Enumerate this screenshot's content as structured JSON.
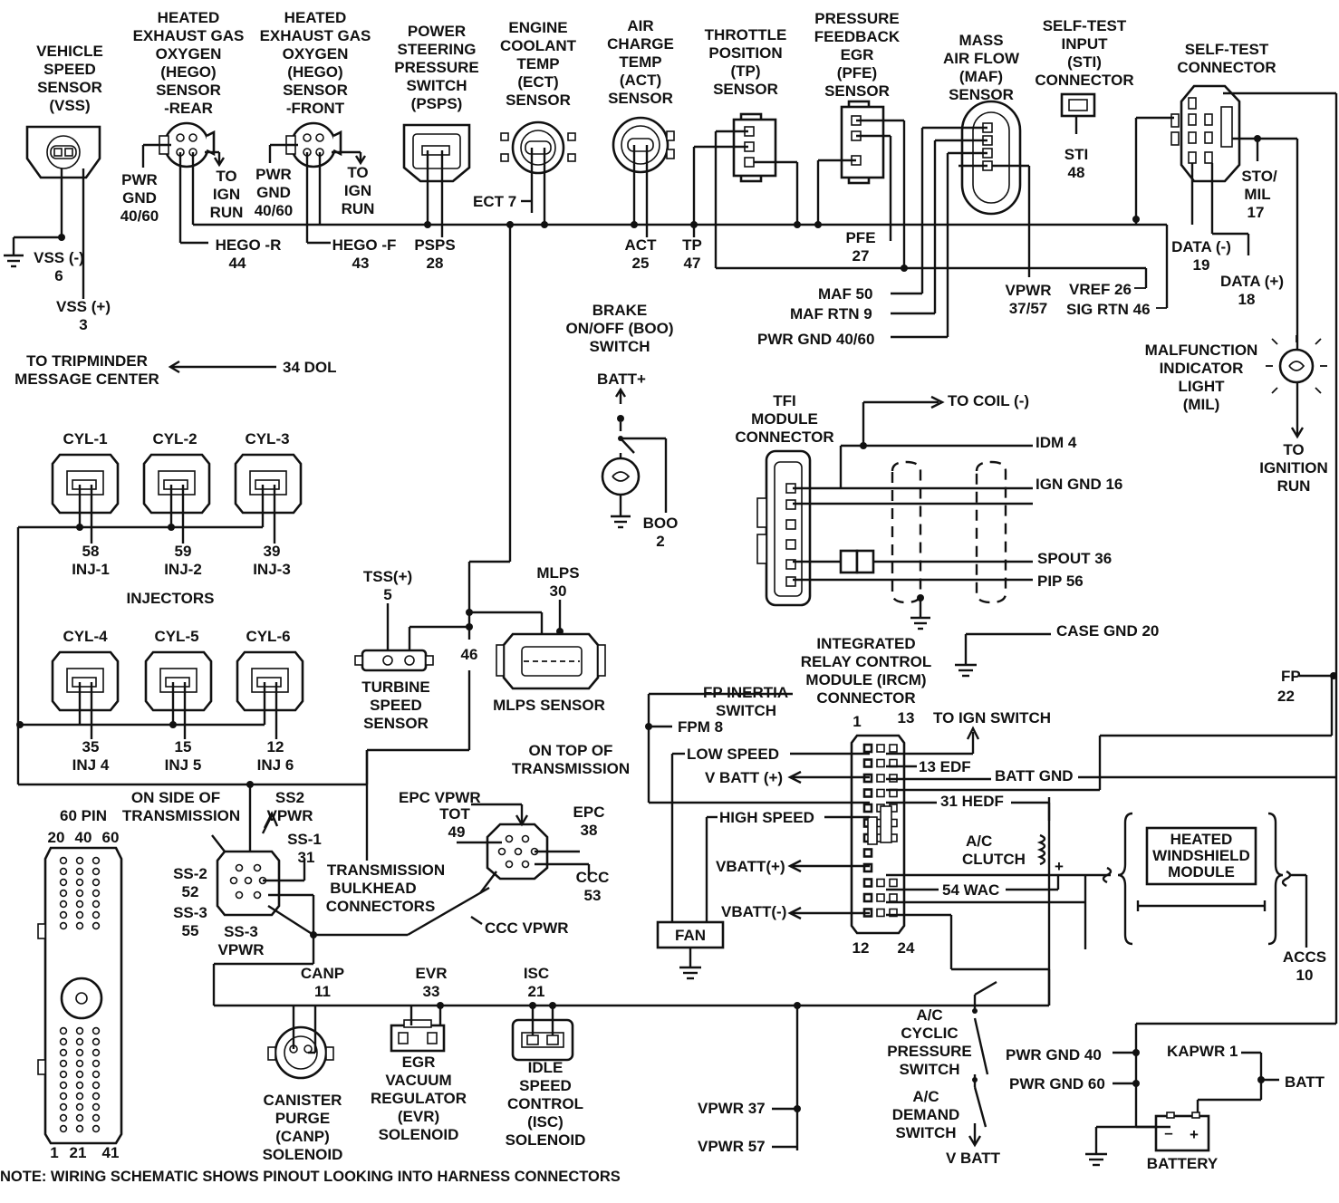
{
  "note": "NOTE: WIRING SCHEMATIC SHOWS PINOUT LOOKING INTO HARNESS CONNECTORS",
  "components": {
    "vss": [
      "VEHICLE",
      "SPEED",
      "SENSOR",
      "(VSS)"
    ],
    "hego_rear": [
      "HEATED",
      "EXHAUST GAS",
      "OXYGEN",
      "(HEGO)",
      "SENSOR",
      "-REAR"
    ],
    "hego_front": [
      "HEATED",
      "EXHAUST GAS",
      "OXYGEN",
      "(HEGO)",
      "SENSOR",
      "-FRONT"
    ],
    "psps": [
      "POWER",
      "STEERING",
      "PRESSURE",
      "SWITCH",
      "(PSPS)"
    ],
    "ect": [
      "ENGINE",
      "COOLANT",
      "TEMP",
      "(ECT)",
      "SENSOR"
    ],
    "act": [
      "AIR",
      "CHARGE",
      "TEMP",
      "(ACT)",
      "SENSOR"
    ],
    "tp": [
      "THROTTLE",
      "POSITION",
      "(TP)",
      "SENSOR"
    ],
    "pfe": [
      "PRESSURE",
      "FEEDBACK",
      "EGR",
      "(PFE)",
      "SENSOR"
    ],
    "maf": [
      "MASS",
      "AIR FLOW",
      "(MAF)",
      "SENSOR"
    ],
    "sti": [
      "SELF-TEST",
      "INPUT",
      "(STI)",
      "CONNECTOR"
    ],
    "self_test": [
      "SELF-TEST",
      "CONNECTOR"
    ],
    "boo": [
      "BRAKE",
      "ON/OFF (BOO)",
      "SWITCH"
    ],
    "tfi": [
      "TFI",
      "MODULE",
      "CONNECTOR"
    ],
    "mil": [
      "MALFUNCTION",
      "INDICATOR",
      "LIGHT",
      "(MIL)"
    ],
    "ircm": [
      "INTEGRATED",
      "RELAY CONTROL",
      "MODULE (IRCM)",
      "CONNECTOR"
    ],
    "fp_inertia": [
      "FP INERTIA",
      "SWITCH"
    ],
    "tss": [
      "TURBINE",
      "SPEED",
      "SENSOR"
    ],
    "mlps": "MLPS SENSOR",
    "on_top": [
      "ON TOP OF",
      "TRANSMISSION"
    ],
    "on_side": [
      "ON SIDE OF",
      "TRANSMISSION"
    ],
    "bulkhead": [
      "TRANSMISSION",
      "BULKHEAD",
      "CONNECTORS"
    ],
    "canp": [
      "CANISTER",
      "PURGE",
      "(CANP)",
      "SOLENOID"
    ],
    "evr": [
      "EGR",
      "VACUUM",
      "REGULATOR",
      "(EVR)",
      "SOLENOID"
    ],
    "isc": [
      "IDLE",
      "SPEED",
      "CONTROL",
      "(ISC)",
      "SOLENOID"
    ],
    "heated_windshield": [
      "HEATED",
      "WINDSHIELD",
      "MODULE"
    ],
    "ac_cyclic": [
      "A/C",
      "CYCLIC",
      "PRESSURE",
      "SWITCH"
    ],
    "ac_demand": [
      "A/C",
      "DEMAND",
      "SWITCH"
    ],
    "fan": "FAN",
    "battery": "BATTERY",
    "injectors": "INJECTORS",
    "pin60": "60 PIN"
  },
  "labels": {
    "pwr_gnd_4060_a": [
      "PWR",
      "GND",
      "40/60"
    ],
    "to_ign_run_a": [
      "TO",
      "IGN",
      "RUN"
    ],
    "pwr_gnd_4060_b": [
      "PWR",
      "GND",
      "40/60"
    ],
    "to_ign_run_b": [
      "TO",
      "IGN",
      "RUN"
    ],
    "vss_minus": [
      "VSS (-)",
      "6"
    ],
    "vss_plus": [
      "VSS (+)",
      "3"
    ],
    "hego_r": [
      "HEGO -R",
      "44"
    ],
    "hego_f": [
      "HEGO -F",
      "43"
    ],
    "psps": [
      "PSPS",
      "28"
    ],
    "ect7": "ECT 7",
    "act": [
      "ACT",
      "25"
    ],
    "tp": [
      "TP",
      "47"
    ],
    "pfe": [
      "PFE",
      "27"
    ],
    "sti48": [
      "STI",
      "48"
    ],
    "sto_mil": [
      "STO/",
      "MIL",
      "17"
    ],
    "data_minus": [
      "DATA (-)",
      "19"
    ],
    "data_plus": [
      "DATA (+)",
      "18"
    ],
    "maf50": "MAF 50",
    "maf_rtn9": "MAF RTN 9",
    "pwr_gnd_4060_c": "PWR GND 40/60",
    "vpwr": [
      "VPWR",
      "37/57"
    ],
    "vref26": "VREF 26",
    "sig_rtn46": "SIG RTN 46",
    "tripminder": [
      "TO TRIPMINDER",
      "MESSAGE CENTER"
    ],
    "dol34": "34 DOL",
    "batt_plus": "BATT+",
    "boo2": [
      "BOO",
      "2"
    ],
    "to_coil": "TO COIL (-)",
    "idm4": "IDM 4",
    "ign_gnd16": "IGN GND 16",
    "spout36": "SPOUT 36",
    "pip56": "PIP 56",
    "case_gnd20": "CASE GND 20",
    "to_ignition_run": [
      "TO",
      "IGNITION",
      "RUN"
    ],
    "fp22": [
      "FP",
      "22"
    ],
    "cyl1": "CYL-1",
    "cyl2": "CYL-2",
    "cyl3": "CYL-3",
    "cyl4": "CYL-4",
    "cyl5": "CYL-5",
    "cyl6": "CYL-6",
    "inj1": [
      "58",
      "INJ-1"
    ],
    "inj2": [
      "59",
      "INJ-2"
    ],
    "inj3": [
      "39",
      "INJ-3"
    ],
    "inj4": [
      "35",
      "INJ 4"
    ],
    "inj5": [
      "15",
      "INJ 5"
    ],
    "inj6": [
      "12",
      "INJ 6"
    ],
    "tss5": [
      "TSS(+)",
      "5"
    ],
    "mlps30": [
      "MLPS",
      "30"
    ],
    "w46": "46",
    "fpm8": "FPM 8",
    "ircm_pins_top": [
      "1",
      "13"
    ],
    "ircm_pins_bottom": [
      "12",
      "24"
    ],
    "to_ign_switch": "TO IGN SWITCH",
    "low_speed": "LOW SPEED",
    "vbatt_plus_a": "V BATT (+)",
    "edf13": "13 EDF",
    "batt_gnd": "BATT GND",
    "hedf31": "31 HEDF",
    "high_speed": "HIGH SPEED",
    "ac_clutch": [
      "A/C",
      "CLUTCH"
    ],
    "vbatt_plus_b": "VBATT(+)",
    "wac54": "54 WAC",
    "vbatt_minus": "VBATT(-)",
    "plus": "+",
    "accs": [
      "ACCS",
      "10"
    ],
    "epc_vpwr": "EPC VPWR",
    "tot49": [
      "TOT",
      "49"
    ],
    "epc38": [
      "EPC",
      "38"
    ],
    "ccc53": [
      "CCC",
      "53"
    ],
    "ccc_vpwr": "CCC VPWR",
    "ss2_vpwr": [
      "SS2",
      "VPWR"
    ],
    "ss1": [
      "SS-1",
      "31"
    ],
    "ss2": [
      "SS-2",
      "52"
    ],
    "ss3": [
      "SS-3",
      "55"
    ],
    "ss3_vpwr": [
      "SS-3",
      "VPWR"
    ],
    "pin_cols": [
      "20",
      "40",
      "60"
    ],
    "pin_bottom": [
      "1",
      "21",
      "41"
    ],
    "canp11": [
      "CANP",
      "11"
    ],
    "evr33": [
      "EVR",
      "33"
    ],
    "isc21": [
      "ISC",
      "21"
    ],
    "vpwr37": "VPWR 37",
    "vpwr57": "VPWR 57",
    "pwr_gnd40": "PWR GND 40",
    "pwr_gnd60": "PWR GND 60",
    "kapwr1": "KAPWR 1",
    "batt": "BATT",
    "v_batt": "V BATT",
    "batt_minus_sym": "–",
    "batt_plus_sym": "+"
  }
}
